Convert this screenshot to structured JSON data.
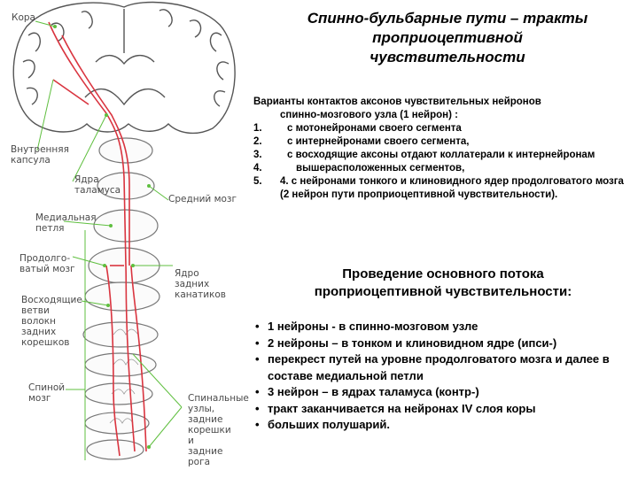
{
  "title_lines": [
    "Спинно-бульбарные пути – тракты",
    "проприоцептивной",
    "чувствительности"
  ],
  "variants": {
    "intro_line1": "Варианты контактов аксонов чувствительных нейронов",
    "intro_line2": "спинно-мозгового узла (1 нейрон) :",
    "items": [
      {
        "num": "1.",
        "text": "с мотонейронами своего сегмента"
      },
      {
        "num": "2.",
        "text": "с интернейронами своего сегмента,"
      },
      {
        "num": "3.",
        "text": "с восходящие аксоны отдают коллатерали к интернейронам"
      },
      {
        "num": "4.",
        "text": "вышерасположенных сегментов,"
      },
      {
        "num": "5.",
        "text": "4. с нейронами тонкого и клиновидного ядер продолговатого мозга (2 нейрон пути проприоцептивной чувствительности)."
      }
    ]
  },
  "subtitle_lines": [
    "Проведение основного потока",
    "проприоцептивной чувствительности:"
  ],
  "bullets": [
    "1 нейроны - в спинно-мозговом узле",
    "2 нейроны – в тонком и клиновидном ядре (ипси-)",
    "перекрест путей на уровне продолговатого мозга и далее в составе медиальной петли",
    "3 нейрон – в ядрах таламуса (контр-)",
    "тракт заканчивается на нейронах IV слоя коры",
    "больших полушарий."
  ],
  "bullet_glyph": "•",
  "figure_labels": {
    "cortex": "Кора",
    "internal_capsule": "Внутренняя\nкапсула",
    "thalamic_nuclei": "Ядра\nталамуса",
    "midbrain": "Средний мозг",
    "medial_lemniscus": "Медиальная\nпетля",
    "medulla": "Продолго-\nватый мозг",
    "dorsal_column_nuclei": "Ядро\nзадних\nканатиков",
    "ascending_branches": "Восходящие\nветви\nволокн\nзадних\nкорешков",
    "spinal_cord": "Спиной\nмозг",
    "spinal_ganglia": "Спинальные\nузлы,\nзадние\nкорешки\nи\nзадние\nрога"
  },
  "colors": {
    "pathway": "#d9343f",
    "leader": "#5fbf3f",
    "tissue_stroke": "#555555",
    "label": "#4a4a4a"
  }
}
